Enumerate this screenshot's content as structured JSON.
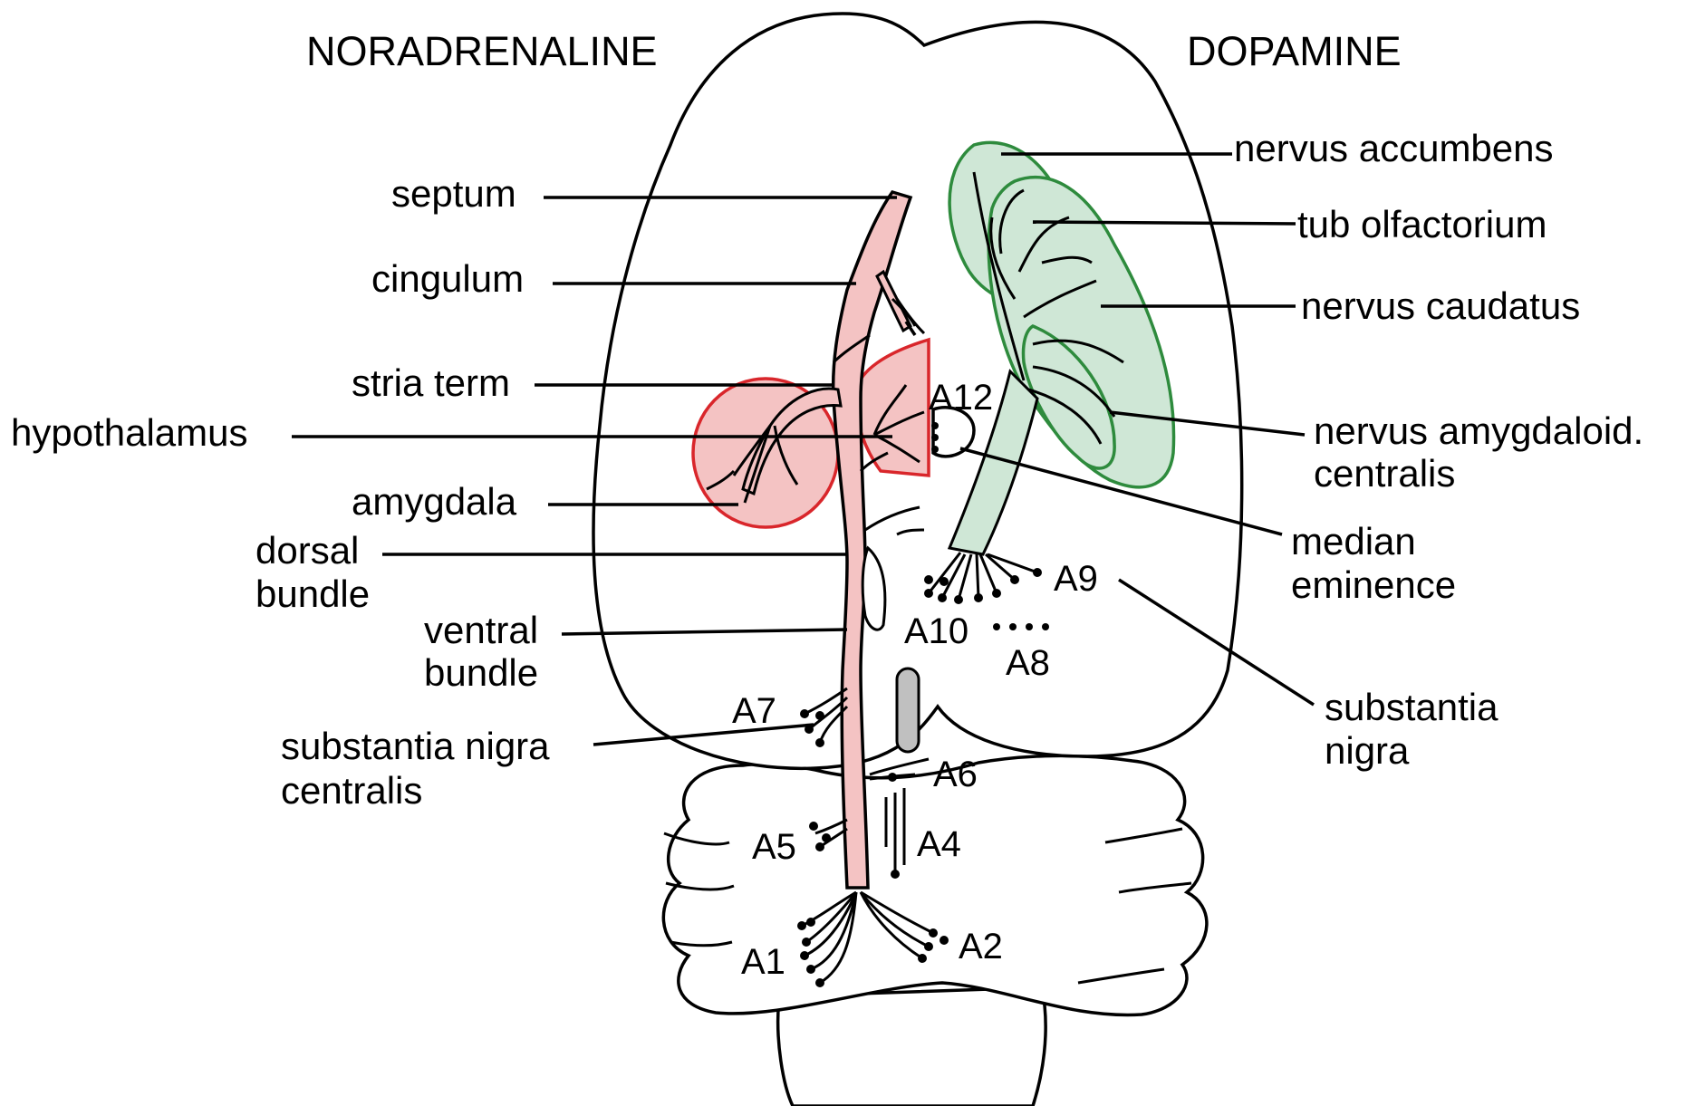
{
  "headings": {
    "left": "NORADRENALINE",
    "right": "DOPAMINE"
  },
  "colors": {
    "noradrenaline_fill": "#f4c3c3",
    "noradrenaline_stroke": "#d9262b",
    "dopamine_fill": "#cfe7d6",
    "dopamine_stroke": "#2e8b3d",
    "cell_group_gray": "#c0c0c0"
  },
  "left_labels": {
    "septum": "septum",
    "cingulum": "cingulum",
    "stria_term": "stria term",
    "hypothalamus": "hypothalamus",
    "amygdala": "amygdala",
    "dorsal_bundle_1": "dorsal",
    "dorsal_bundle_2": "bundle",
    "ventral_bundle_1": "ventral",
    "ventral_bundle_2": "bundle",
    "substantia_nigra_centralis_1": "substantia nigra",
    "substantia_nigra_centralis_2": "centralis"
  },
  "right_labels": {
    "nervus_accumbens": "nervus accumbens",
    "tub_olfactorium": "tub olfactorium",
    "nervus_caudatus": "nervus caudatus",
    "nervus_amygdaloid_1": "nervus amygdaloid.",
    "nervus_amygdaloid_2": "centralis",
    "median_eminence_1": "median",
    "median_eminence_2": "eminence",
    "substantia_nigra_1": "substantia",
    "substantia_nigra_2": "nigra"
  },
  "cell_groups": {
    "a12": "A12",
    "a9": "A9",
    "a10": "A10",
    "a8": "A8",
    "a7": "A7",
    "a6": "A6",
    "a5": "A5",
    "a4": "A4",
    "a1": "A1",
    "a2": "A2"
  }
}
